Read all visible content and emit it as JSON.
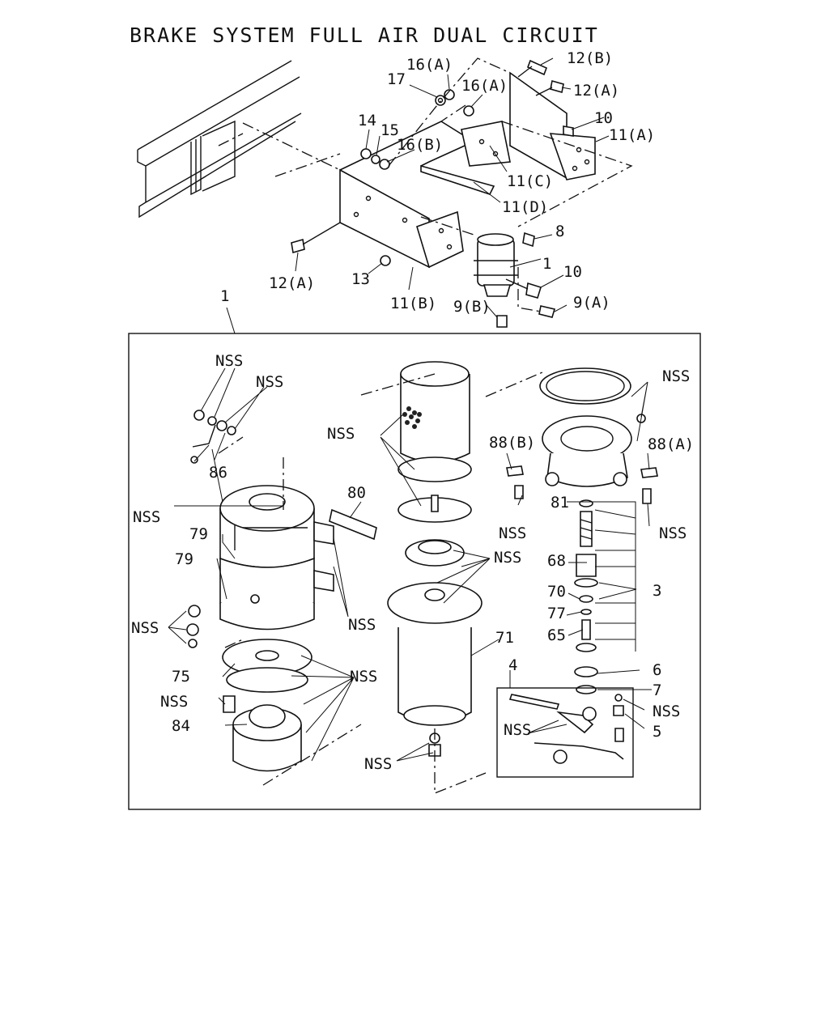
{
  "title": "BRAKE SYSTEM FULL AIR DUAL CIRCUIT",
  "callouts": {
    "c12b": "12(B)",
    "c16a_top": "16(A)",
    "c17": "17",
    "c16a_mid": "16(A)",
    "c12a_top": "12(A)",
    "c10_top": "10",
    "c11a": "11(A)",
    "c14": "14",
    "c15": "15",
    "c16b": "16(B)",
    "c11c": "11(C)",
    "c11d": "11(D)",
    "c8": "8",
    "c1_small": "1",
    "c10_mid": "10",
    "c12a_left": "12(A)",
    "c13": "13",
    "c11b": "11(B)",
    "c9b": "9(B)",
    "c9a": "9(A)",
    "c1_main": "1",
    "nss_1": "NSS",
    "nss_2": "NSS",
    "c86": "86",
    "nss_3": "NSS",
    "c80": "80",
    "c79a": "79",
    "c79b": "79",
    "nss_4": "NSS",
    "nss_5": "NSS",
    "c75": "75",
    "nss_6": "NSS",
    "nss_7": "NSS",
    "c84": "84",
    "nss_8": "NSS",
    "nss_9": "NSS",
    "c71": "71",
    "nss_10": "NSS",
    "nss_11": "NSS",
    "c88b": "88(B)",
    "c88a": "88(A)",
    "c81": "81",
    "nss_12": "NSS",
    "nss_13": "NSS",
    "c68": "68",
    "c3": "3",
    "c70": "70",
    "c77": "77",
    "c65": "65",
    "c6": "6",
    "c7": "7",
    "c4": "4",
    "nss_14": "NSS",
    "nss_15": "NSS",
    "c5": "5"
  }
}
